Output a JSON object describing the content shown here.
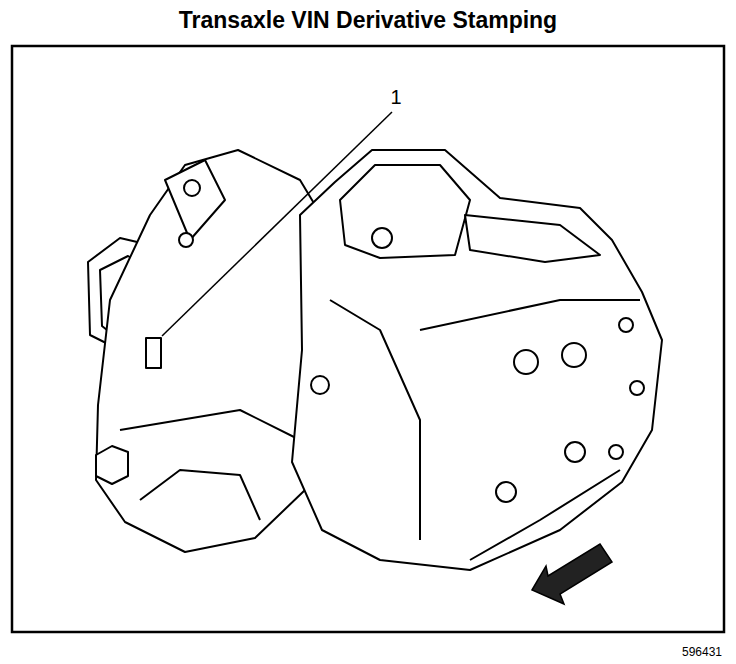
{
  "diagram": {
    "title": "Transaxle VIN Derivative Stamping",
    "labels": [
      "1",
      "596431"
    ]
  }
}
